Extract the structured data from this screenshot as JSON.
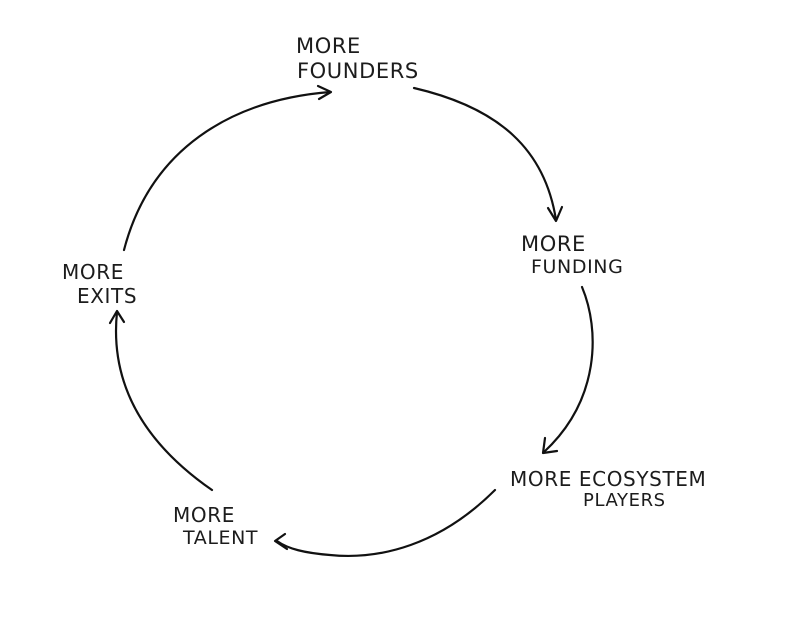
{
  "diagram": {
    "nodes": {
      "founders": {
        "line1": "MORE",
        "line2": "FOUNDERS"
      },
      "funding": {
        "line1": "MORE",
        "line2": "FUNDING"
      },
      "ecosystem": {
        "line1": "MORE ECOSYSTEM",
        "line2": "PLAYERS"
      },
      "talent": {
        "line1": "MORE",
        "line2": "TALENT"
      },
      "exits": {
        "line1": "MORE",
        "line2": "EXITS"
      }
    },
    "edges": [
      {
        "from": "founders",
        "to": "funding"
      },
      {
        "from": "funding",
        "to": "ecosystem"
      },
      {
        "from": "ecosystem",
        "to": "talent"
      },
      {
        "from": "talent",
        "to": "exits"
      },
      {
        "from": "exits",
        "to": "founders"
      }
    ],
    "colors": {
      "ink": "#111111",
      "background": "#ffffff"
    }
  }
}
